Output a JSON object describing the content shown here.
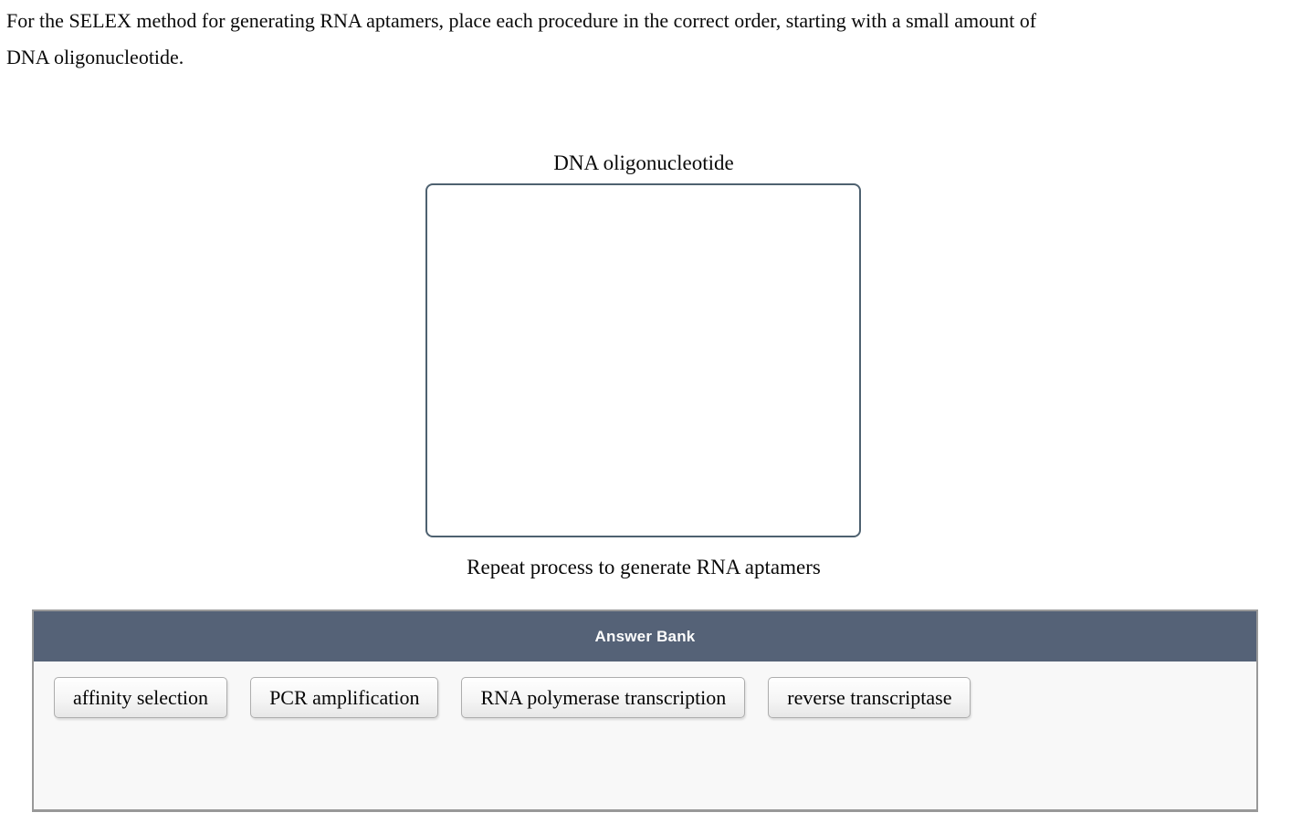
{
  "question": {
    "line1": "For the SELEX method for generating RNA aptamers, place each procedure in the correct order, starting with a small amount of",
    "line2": "DNA oligonucleotide."
  },
  "diagram": {
    "top_label": "DNA oligonucleotide",
    "bottom_label": "Repeat process to generate RNA aptamers"
  },
  "answer_bank": {
    "title": "Answer Bank",
    "items": [
      "affinity selection",
      "PCR amplification",
      "RNA polymerase transcription",
      "reverse transcriptase"
    ]
  },
  "colors": {
    "answer_bank_header_bg": "#556277",
    "drop_zone_border": "#4e6170",
    "answer_bank_border": "#999999",
    "answer_bank_bg": "#f8f8f8",
    "bank_item_border": "#adadad"
  }
}
